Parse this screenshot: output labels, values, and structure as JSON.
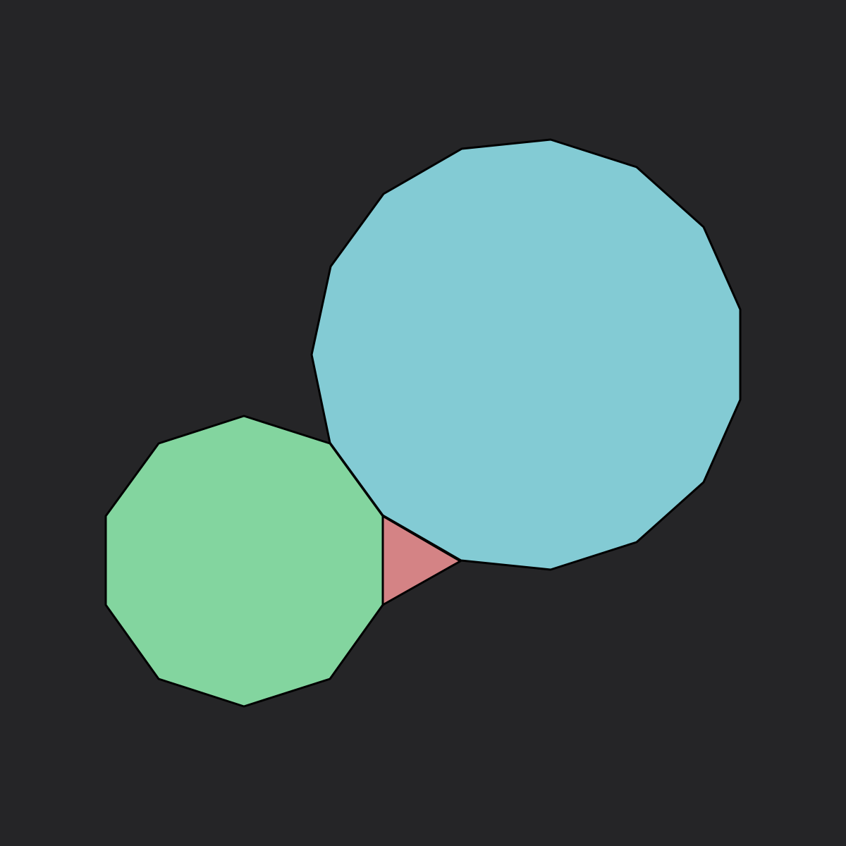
{
  "diagram": {
    "background_color": "#252527",
    "edge_color": "#000000",
    "shapes": [
      {
        "id": "dodecagon",
        "sides": 15,
        "fill": "#83cbd4"
      },
      {
        "id": "decagon",
        "sides": 10,
        "fill": "#83d59f"
      },
      {
        "id": "triangle",
        "sides": 3,
        "fill": "#d48385"
      }
    ]
  }
}
